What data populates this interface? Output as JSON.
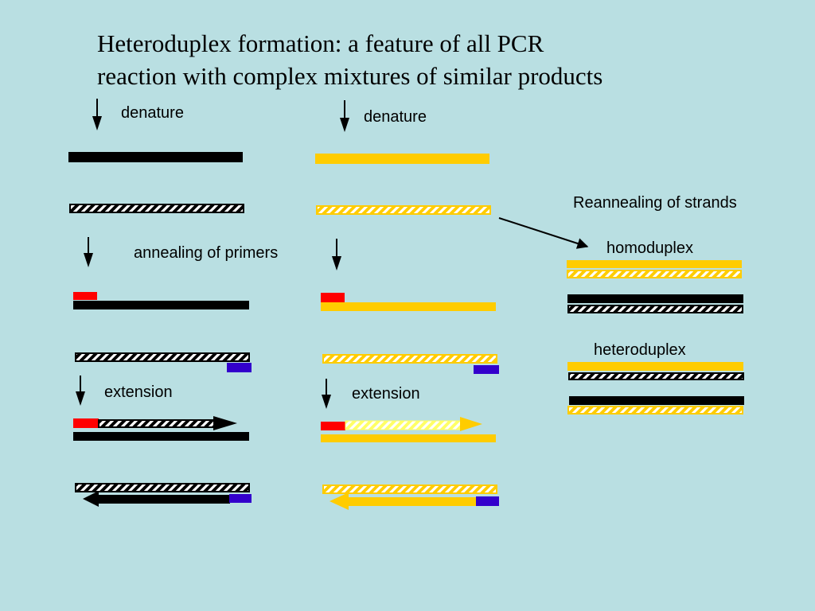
{
  "title": {
    "line1": "Heteroduplex formation: a feature of all PCR",
    "line2": "reaction with complex mixtures of similar products"
  },
  "labels": {
    "denature_left": "denature",
    "denature_mid": "denature",
    "annealing": "annealing of primers",
    "extension_left": "extension",
    "extension_mid": "extension",
    "reannealing": "Reannealing of strands",
    "homoduplex": "homoduplex",
    "heteroduplex": "heteroduplex"
  },
  "colors": {
    "background": "#b9dfe2",
    "black_strand": "#000000",
    "yellow_strand": "#ffcc00",
    "forward_primer": "#ff0000",
    "reverse_primer": "#3300cc",
    "new_yellow_synthesis": "#ffff66"
  }
}
